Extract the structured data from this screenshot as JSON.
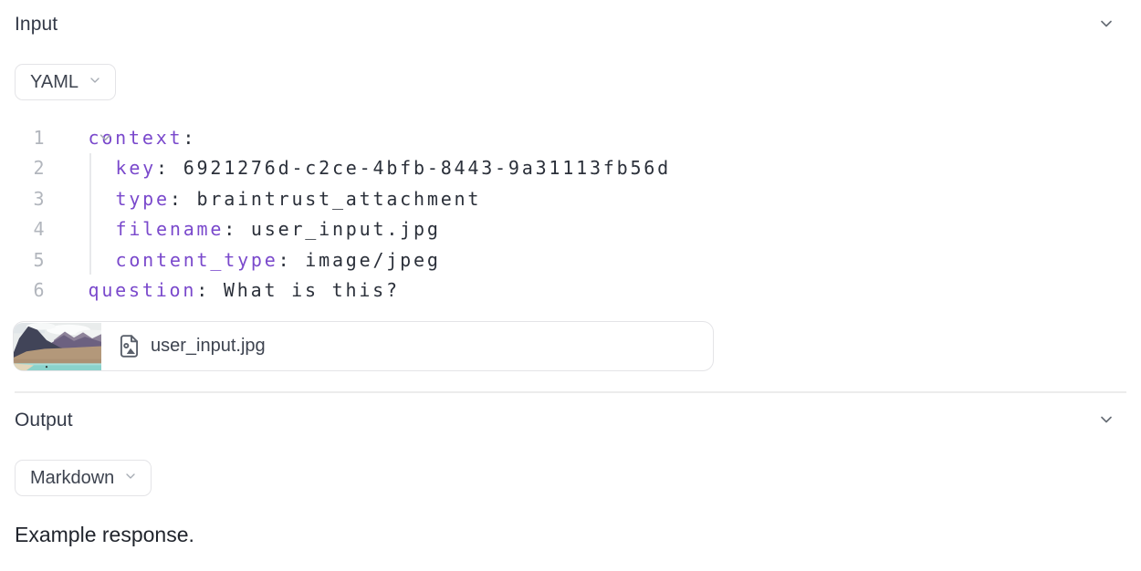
{
  "colors": {
    "yaml_key_purple": "#7a49cc",
    "code_text": "#2b303a",
    "line_number_gray": "#b2b6bd",
    "border_gray": "#e4e4e7",
    "heading_dark": "#333947"
  },
  "icons": {
    "section_collapse": "chevron-down-icon",
    "format_select": "chevron-down-icon",
    "code_fold": "chevron-down-icon",
    "attachment_file": "file-image-icon",
    "attachment_thumbnail": "mountain-lake-photo-thumbnail"
  },
  "input_section": {
    "title": "Input",
    "format_selector": {
      "value": "YAML"
    },
    "code_editor": {
      "language": "yaml",
      "lines": [
        {
          "num": "1",
          "indent": 0,
          "foldable": true,
          "key": "context",
          "rest": ":"
        },
        {
          "num": "2",
          "indent": 1,
          "foldable": false,
          "key": "key",
          "rest": ": 6921276d-c2ce-4bfb-8443-9a31113fb56d"
        },
        {
          "num": "3",
          "indent": 1,
          "foldable": false,
          "key": "type",
          "rest": ": braintrust_attachment"
        },
        {
          "num": "4",
          "indent": 1,
          "foldable": false,
          "key": "filename",
          "rest": ": user_input.jpg"
        },
        {
          "num": "5",
          "indent": 1,
          "foldable": false,
          "key": "content_type",
          "rest": ": image/jpeg"
        },
        {
          "num": "6",
          "indent": 0,
          "foldable": false,
          "key": "question",
          "rest": ": What is this?"
        }
      ]
    },
    "attachment": {
      "filename": "user_input.jpg"
    }
  },
  "output_section": {
    "title": "Output",
    "format_selector": {
      "value": "Markdown"
    },
    "response_text": "Example response."
  }
}
